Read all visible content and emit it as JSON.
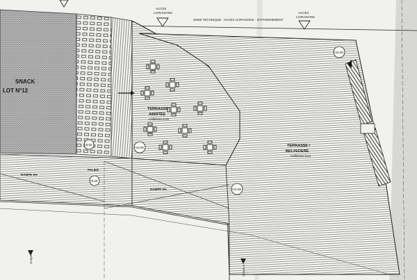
{
  "drawing": {
    "snack_line1": "SNACK",
    "snack_line2": "LOT N°12",
    "terrace_shaded_line1": "TERRASSE",
    "terrace_shaded_line2": "ABRITÉE",
    "terrace_shaded_note": "caillebotis bois",
    "terrace_belvedere_line1": "TERRASSE /",
    "terrace_belvedere_line2": "BELVEDERE",
    "terrace_belvedere_note": "caillebotis bois",
    "deliveries_left_line1": "ACCÈS",
    "deliveries_left_line2": "LIVRAISONS",
    "deliveries_right_line1": "ACCÈS",
    "deliveries_right_line2": "LIVRAISONS",
    "technical_zone": "ZONE TECHNIQUE · ACCÈS LIVRAISONS · STATIONNEMENT",
    "landing": "PALIER",
    "ramp_left": "RAMPE 5%",
    "ramp_center": "RAMPE 5%",
    "level_landing": "+8.50",
    "level_snack": "+8.50",
    "level_shaded": "+10.00",
    "level_belvedere": "+15.00",
    "level_ramp_end": "+10.00",
    "section_mark_left": "Coupe A",
    "section_mark_right": "Coupe A"
  },
  "colors": {
    "paper": "#f1f1ef",
    "paper_shadow": "#d9d9d6",
    "ink": "#1d1d1d",
    "hatch_gray": "#9a9a9a",
    "background": "#8c8c8c"
  }
}
